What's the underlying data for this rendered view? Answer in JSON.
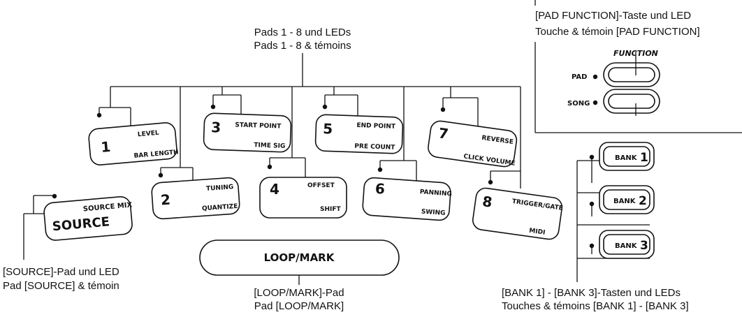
{
  "callouts": {
    "pads_de": "Pads 1 - 8 und LEDs",
    "pads_fr": "Pads 1 - 8 & témoins",
    "padfunc_de": "[PAD FUNCTION]-Taste und LED",
    "padfunc_fr": "Touche & témoin [PAD FUNCTION]",
    "source_de": "[SOURCE]-Pad und LED",
    "source_fr": "Pad [SOURCE] & témoin",
    "loop_de": "[LOOP/MARK]-Pad",
    "loop_fr": "Pad [LOOP/MARK]",
    "bank_de": "[BANK 1] - [BANK 3]-Tasten und LEDs",
    "bank_fr": "Touches & témoins [BANK 1] - [BANK 3]"
  },
  "pads": [
    {
      "num": "1",
      "top": "LEVEL",
      "bottom": "BAR LENGTH"
    },
    {
      "num": "2",
      "top": "TUNING",
      "bottom": "QUANTIZE"
    },
    {
      "num": "3",
      "top": "START POINT",
      "bottom": "TIME SIG"
    },
    {
      "num": "4",
      "top": "OFFSET",
      "bottom": "SHIFT"
    },
    {
      "num": "5",
      "top": "END POINT",
      "bottom": "PRE COUNT"
    },
    {
      "num": "6",
      "top": "PANNING",
      "bottom": "SWING"
    },
    {
      "num": "7",
      "top": "REVERSE",
      "bottom": "CLICK VOLUME"
    },
    {
      "num": "8",
      "top": "TRIGGER/GATE",
      "bottom": "MIDI"
    }
  ],
  "source_pad": {
    "label": "SOURCE",
    "sub": "SOURCE MIX"
  },
  "loop_pad": {
    "label": "LOOP/MARK"
  },
  "function_panel": {
    "title": "FUNCTION",
    "pad": "PAD",
    "song": "SONG"
  },
  "banks": [
    {
      "label": "BANK",
      "num": "1"
    },
    {
      "label": "BANK",
      "num": "2"
    },
    {
      "label": "BANK",
      "num": "3"
    }
  ]
}
